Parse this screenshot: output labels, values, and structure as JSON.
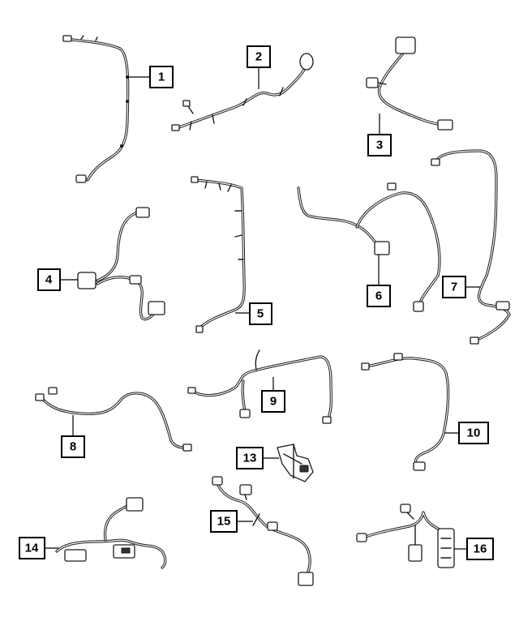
{
  "callouts": [
    {
      "label": "1"
    },
    {
      "label": "2"
    },
    {
      "label": "3"
    },
    {
      "label": "4"
    },
    {
      "label": "5"
    },
    {
      "label": "6"
    },
    {
      "label": "7"
    },
    {
      "label": "8"
    },
    {
      "label": "9"
    },
    {
      "label": "10"
    },
    {
      "label": "13"
    },
    {
      "label": "14"
    },
    {
      "label": "15"
    },
    {
      "label": "16"
    }
  ],
  "colors": {
    "line": "#1a1a1a",
    "background": "#ffffff"
  }
}
